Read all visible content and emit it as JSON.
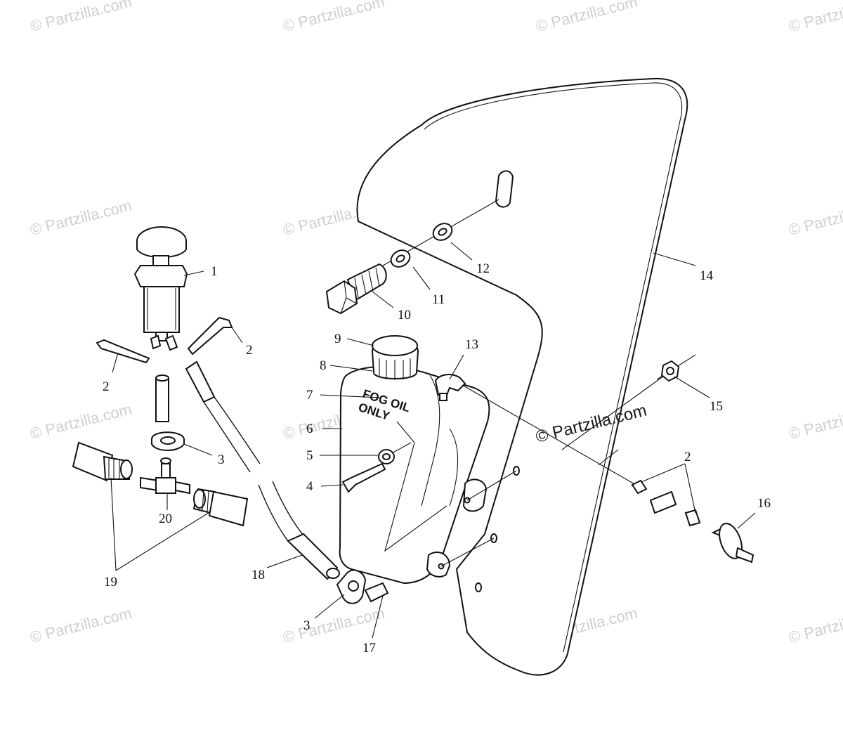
{
  "watermarks": {
    "text": "© Partzilla.com",
    "featured_text": "© Partzilla.com"
  },
  "tank_label": {
    "line1": "FOG OIL",
    "line2": "ONLY"
  },
  "callouts": {
    "c1": "1",
    "c2a": "2",
    "c2b": "2",
    "c2c": "2",
    "c3a": "3",
    "c3b": "3",
    "c4": "4",
    "c5": "5",
    "c6": "6",
    "c7": "7",
    "c8": "8",
    "c9": "9",
    "c10": "10",
    "c11": "11",
    "c12": "12",
    "c13": "13",
    "c14": "14",
    "c15": "15",
    "c16": "16",
    "c17": "17",
    "c18": "18",
    "c19": "19",
    "c20": "20"
  }
}
